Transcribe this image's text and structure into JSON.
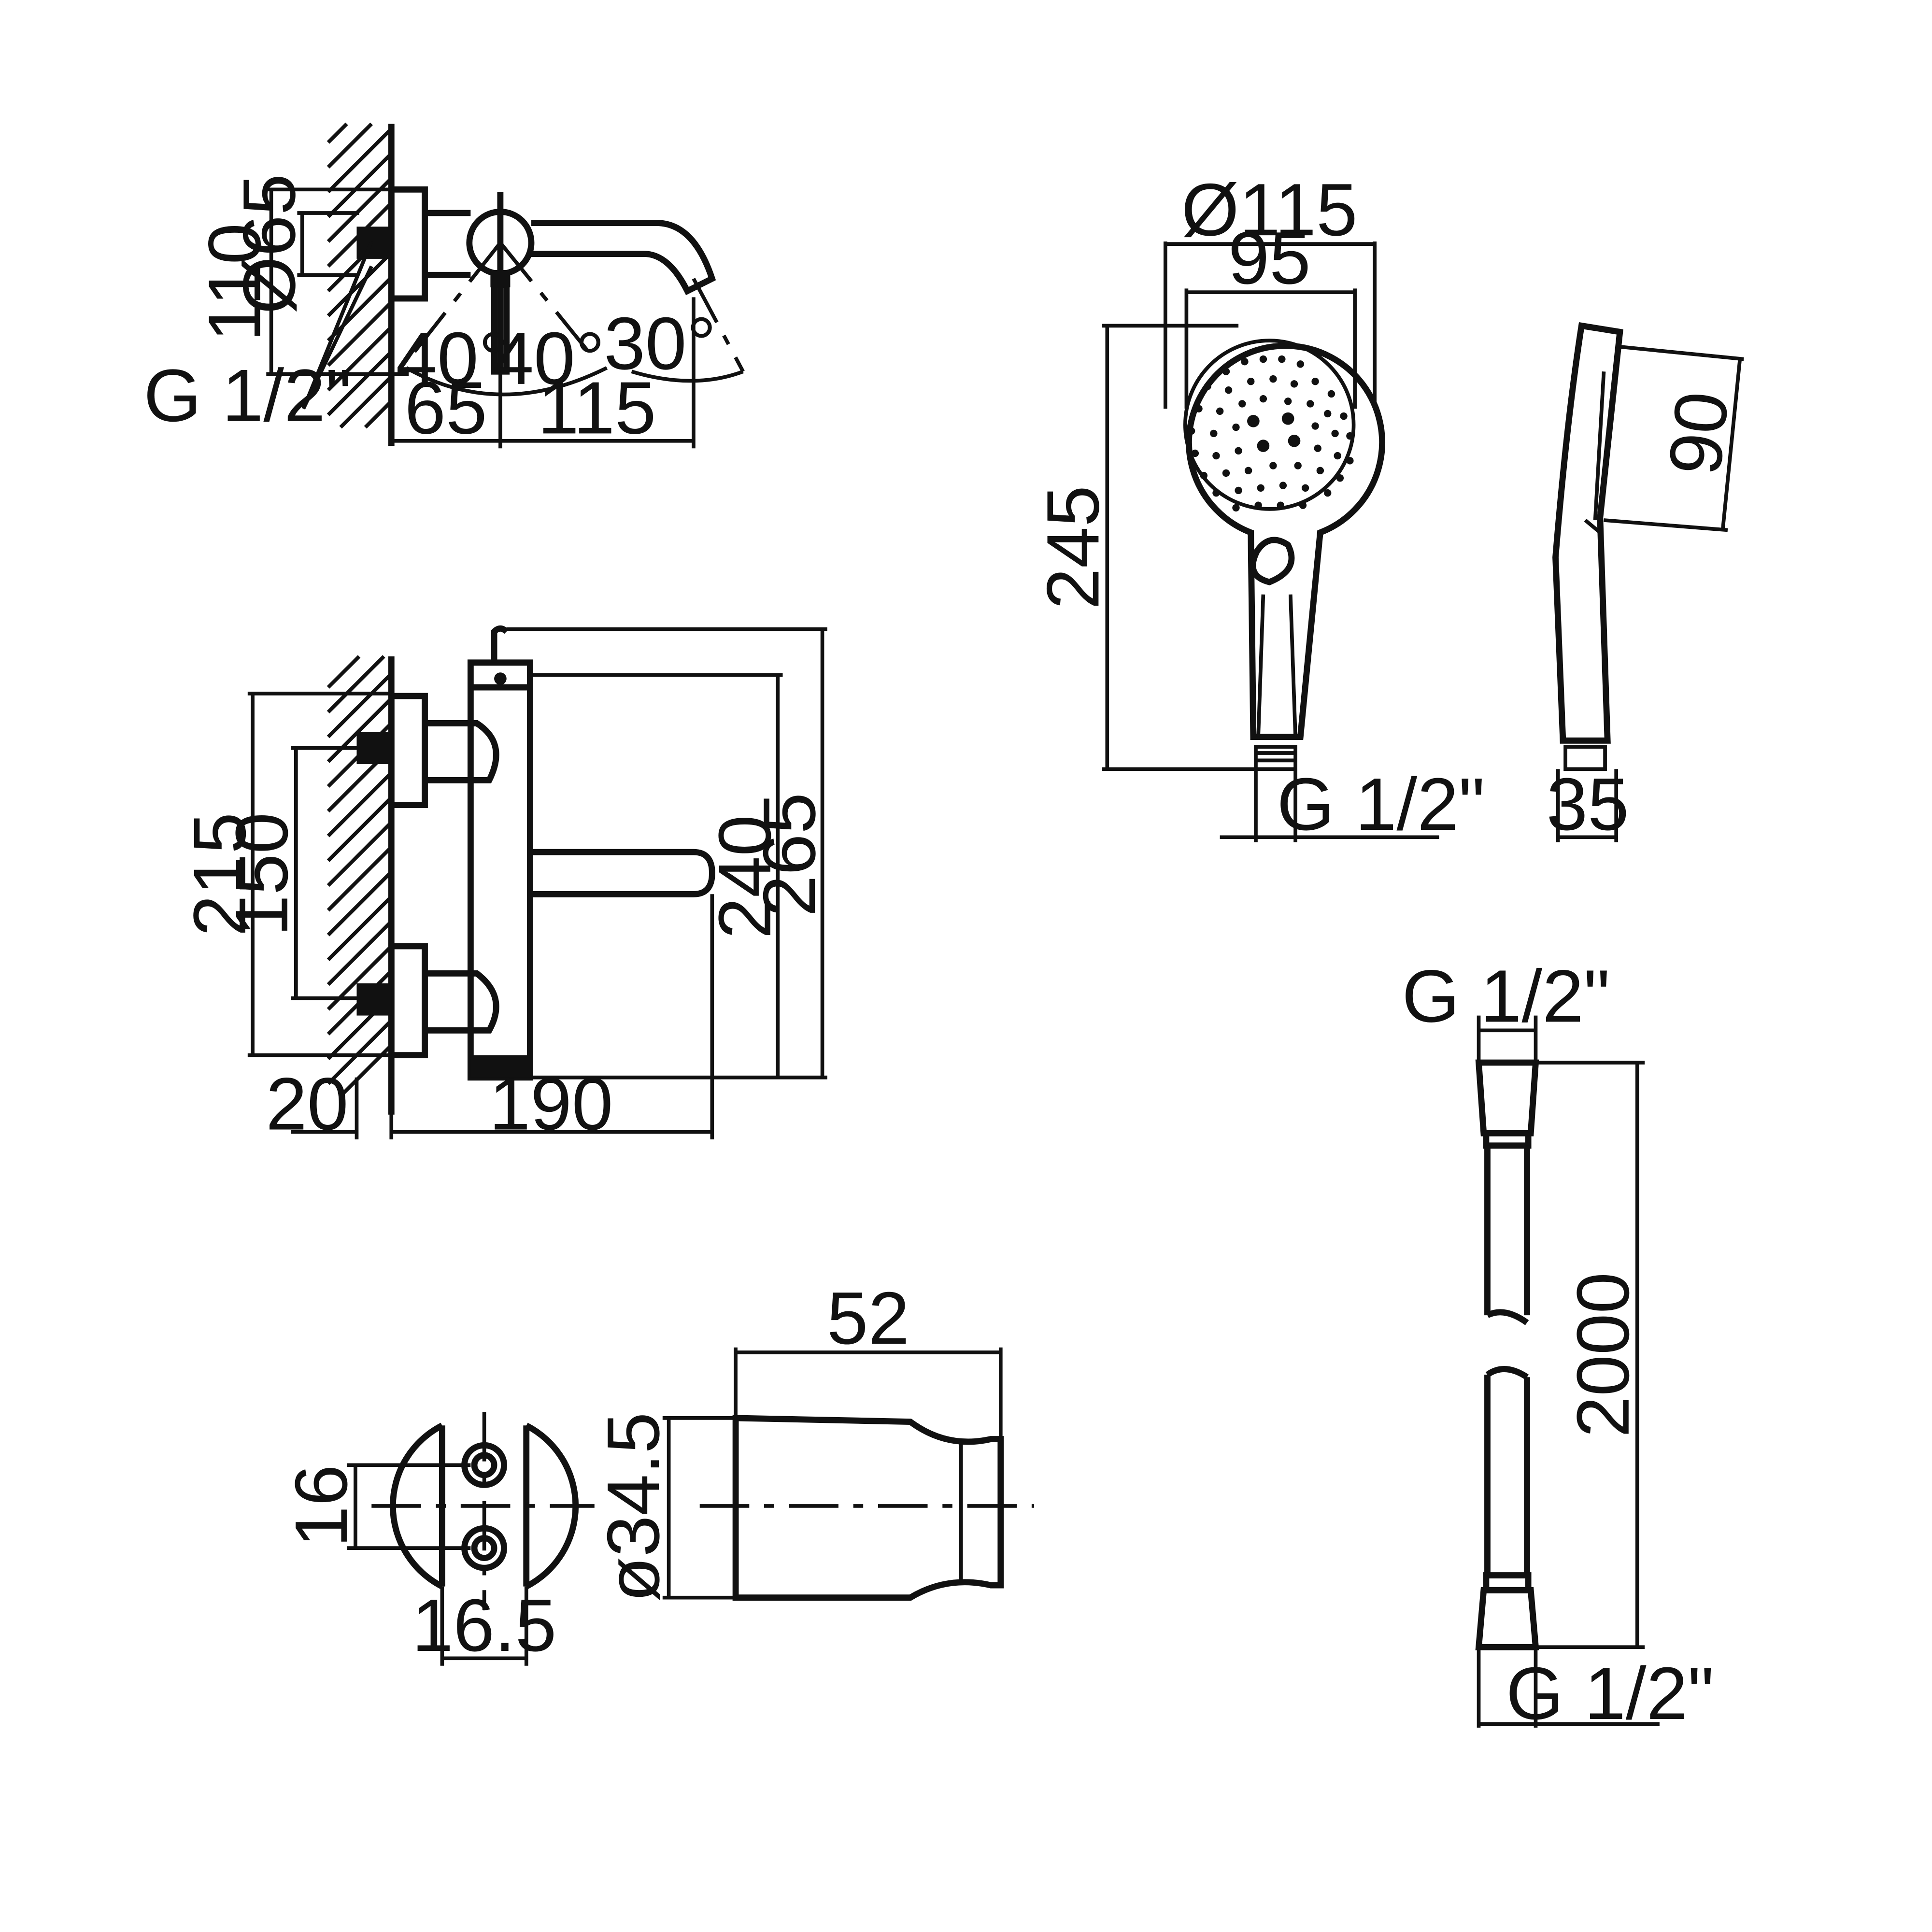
{
  "mixer_top_view": {
    "dia_body": "Ø65",
    "height_total": "110",
    "angle_left": "40°",
    "angle_right": "40°",
    "angle_spout": "30°",
    "connection": "G 1/2\"",
    "depth_wall": "65",
    "depth_spout": "115"
  },
  "mixer_front_view": {
    "height_outer": "215",
    "height_inlets": "150",
    "height_body": "240",
    "height_lever": "265",
    "wall_offset": "20",
    "spout_length": "190"
  },
  "hand_shower": {
    "dia_outer": "Ø115",
    "dia_face": "95",
    "length": "245",
    "thread": "G 1/2\"",
    "face_height_side": "90",
    "thickness_side": "35"
  },
  "holder": {
    "hole_spacing": "16",
    "plate_width": "16.5",
    "length": "52",
    "diameter": "ø34.5"
  },
  "hose": {
    "thread_top": "G 1/2\"",
    "length": "2000",
    "thread_bottom": "G 1/2\""
  }
}
